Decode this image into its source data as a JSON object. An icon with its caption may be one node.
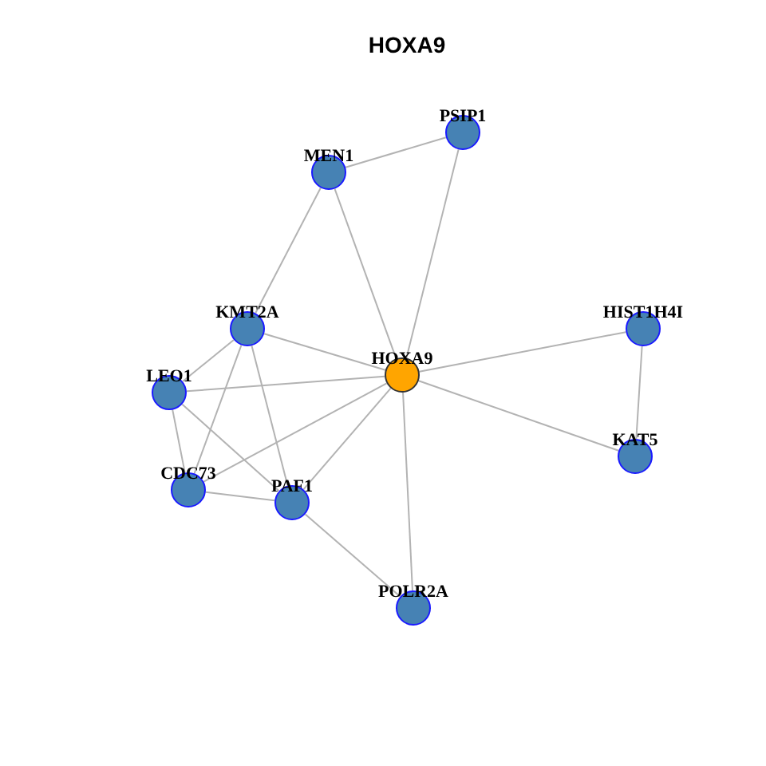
{
  "diagram": {
    "title": "HOXA9",
    "nodes": [
      {
        "text": [
          "PSIP1"
        ]
      },
      {
        "text": [
          "MEN1"
        ]
      },
      {
        "text": [
          "HIST1H4I"
        ]
      },
      {
        "text": [
          "KMT2A"
        ]
      },
      {
        "text": [
          "HOXA9"
        ]
      },
      {
        "text": [
          "LEO1"
        ]
      },
      {
        "text": [
          "KAT5"
        ]
      },
      {
        "text": [
          "CDC73"
        ]
      },
      {
        "text": [
          "PAF1"
        ]
      },
      {
        "text": [
          "POLR2A"
        ]
      }
    ],
    "edges": [
      {
        "from": 0,
        "to": 1,
        "arrow": "none"
      },
      {
        "from": 0,
        "to": 4,
        "arrow": "none"
      },
      {
        "from": 1,
        "to": 3,
        "arrow": "none"
      },
      {
        "from": 1,
        "to": 4,
        "arrow": "none"
      },
      {
        "from": 2,
        "to": 4,
        "arrow": "none"
      },
      {
        "from": 2,
        "to": 6,
        "arrow": "none"
      },
      {
        "from": 3,
        "to": 5,
        "arrow": "none"
      },
      {
        "from": 3,
        "to": 4,
        "arrow": "none"
      },
      {
        "from": 3,
        "to": 7,
        "arrow": "none"
      },
      {
        "from": 3,
        "to": 8,
        "arrow": "none"
      },
      {
        "from": 5,
        "to": 4,
        "arrow": "none"
      },
      {
        "from": 5,
        "to": 7,
        "arrow": "none"
      },
      {
        "from": 5,
        "to": 8,
        "arrow": "none"
      },
      {
        "from": 7,
        "to": 4,
        "arrow": "none"
      },
      {
        "from": 7,
        "to": 8,
        "arrow": "none"
      },
      {
        "from": 8,
        "to": 4,
        "arrow": "none"
      },
      {
        "from": 8,
        "to": 9,
        "arrow": "none"
      },
      {
        "from": 9,
        "to": 4,
        "arrow": "none"
      },
      {
        "from": 6,
        "to": 4,
        "arrow": "none"
      }
    ]
  }
}
